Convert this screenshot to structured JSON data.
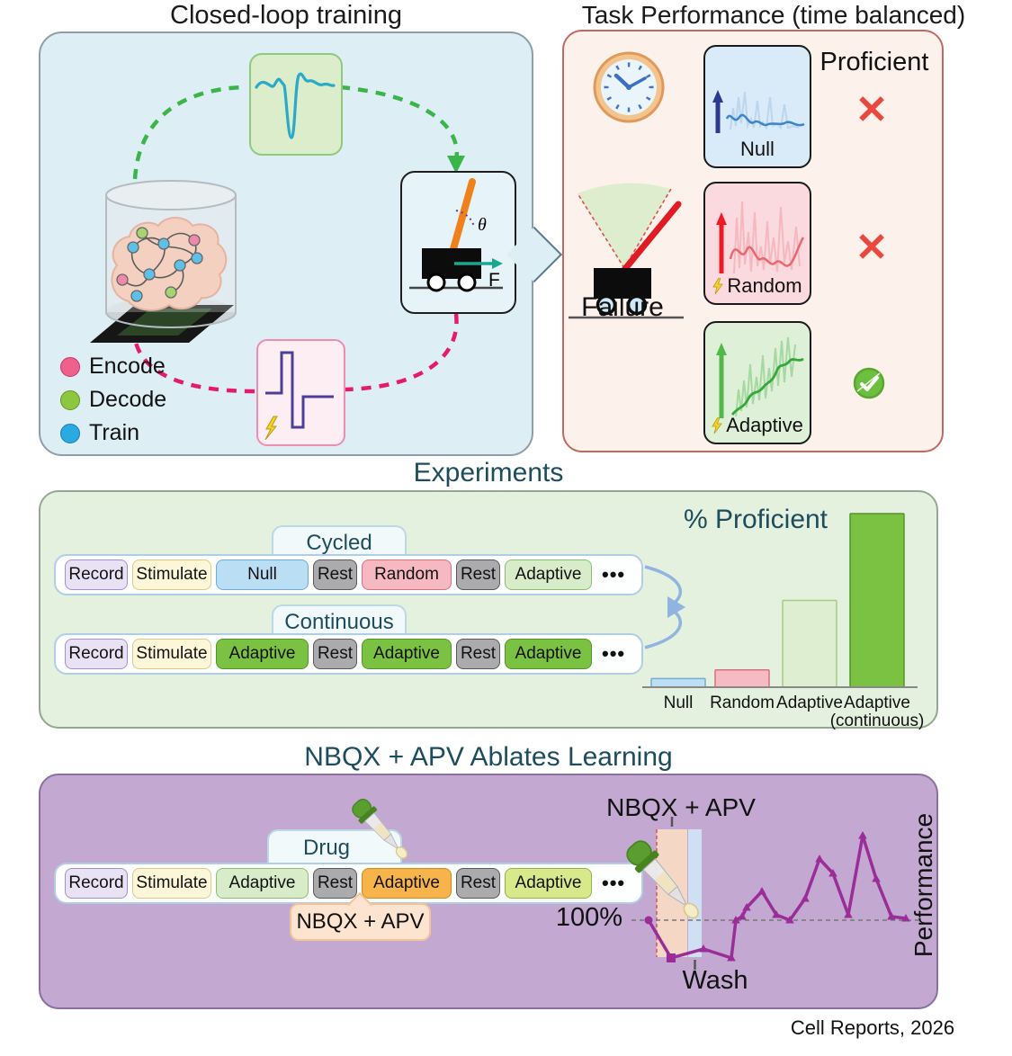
{
  "figure": {
    "panels": {
      "closed_loop": {
        "title": "Closed-loop training",
        "legend": [
          {
            "label": "Encode",
            "color": "#f0608d"
          },
          {
            "label": "Decode",
            "color": "#8dc63f"
          },
          {
            "label": "Train",
            "color": "#29abe2"
          }
        ],
        "cartpole": {
          "angle_label": "θ",
          "force_label": "F"
        }
      },
      "task_performance": {
        "title": "Task Performance (time balanced)",
        "proficient_label": "Proficient",
        "failure_label": "Failure",
        "conditions": [
          {
            "label": "Null",
            "lightning": false,
            "outcome": "not-proficient"
          },
          {
            "label": "Random",
            "lightning": true,
            "outcome": "not-proficient"
          },
          {
            "label": "Adaptive",
            "lightning": true,
            "outcome": "proficient"
          }
        ]
      },
      "experiments": {
        "title": "Experiments",
        "rows": [
          {
            "tab": "Cycled",
            "boxes": [
              "Record",
              "Stimulate",
              "Null",
              "Rest",
              "Random",
              "Rest",
              "Adaptive"
            ],
            "more": "•••"
          },
          {
            "tab": "Continuous",
            "boxes": [
              "Record",
              "Stimulate",
              "Adaptive",
              "Rest",
              "Adaptive",
              "Rest",
              "Adaptive"
            ],
            "more": "•••"
          }
        ],
        "chart_title": "% Proficient"
      },
      "nbqx": {
        "title": "NBQX + APV Ablates Learning",
        "row": {
          "tab": "Drug",
          "boxes": [
            "Record",
            "Stimulate",
            "Adaptive",
            "Rest",
            "Adaptive",
            "Rest",
            "Adaptive"
          ],
          "more": "•••"
        },
        "callout": "NBQX + APV",
        "chart_annotation": "NBQX + APV",
        "baseline_label": "100%",
        "wash_label": "Wash",
        "ylabel": "Performance"
      }
    },
    "credit": "Cell Reports, 2026"
  },
  "chart_data": [
    {
      "type": "bar",
      "title": "% Proficient",
      "categories": [
        "Null",
        "Random",
        "Adaptive",
        "Adaptive\n(continuous)"
      ],
      "values": [
        5,
        10,
        50,
        100
      ],
      "ylabel": "% proficient",
      "ylim": [
        0,
        100
      ],
      "grid": false,
      "bar_colors": [
        "#bcdff4",
        "#f6bac2",
        "#ddefd0",
        "#7cc242"
      ],
      "bar_borders": [
        "#74aed4",
        "#d6707c",
        "#a3cc85",
        "#55922c"
      ]
    },
    {
      "type": "line",
      "title": "NBQX + APV",
      "ylabel": "Performance",
      "baseline": 100,
      "baseline_label": "100%",
      "x": [
        0,
        25,
        61,
        92,
        97,
        104,
        109,
        126,
        142,
        157,
        174,
        190,
        205,
        222,
        238,
        253,
        270,
        286
      ],
      "values": [
        100,
        79,
        84,
        79,
        100,
        102,
        107,
        116,
        103,
        100,
        112,
        134,
        126,
        103,
        147,
        123,
        102,
        101
      ],
      "bands": {
        "drug": [
          9,
          43
        ],
        "wash": [
          44,
          59
        ]
      },
      "wash_label": "Wash",
      "line_color": "#9b2d98"
    }
  ]
}
